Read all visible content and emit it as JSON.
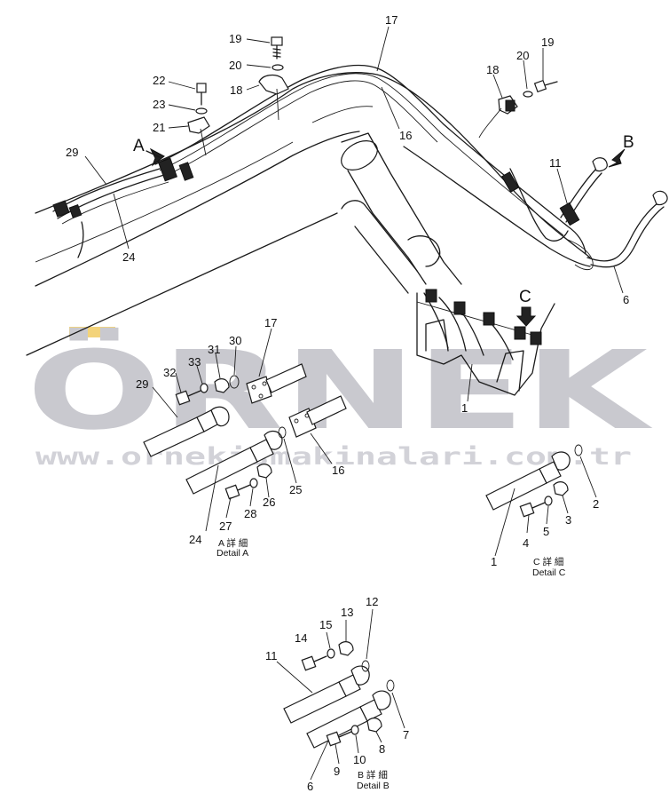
{
  "watermark": {
    "brand": "ÖRNEK",
    "url": "www.ornekismakinalari.com.tr"
  },
  "view_labels": {
    "a": "A",
    "b": "B",
    "c": "C"
  },
  "details": {
    "a": {
      "code": "A 詳 細",
      "label": "Detail A"
    },
    "b": {
      "code": "B 詳 細",
      "label": "Detail B"
    },
    "c": {
      "code": "C 詳 細",
      "label": "Detail C"
    }
  },
  "callouts": {
    "n1": "1",
    "n2": "2",
    "n3": "3",
    "n4": "4",
    "n5": "5",
    "n6": "6",
    "n7": "7",
    "n8": "8",
    "n9": "9",
    "n10": "10",
    "n11": "11",
    "n12": "12",
    "n13": "13",
    "n14": "14",
    "n15": "15",
    "n16": "16",
    "n17": "17",
    "n18": "18",
    "n19": "19",
    "n20": "20",
    "n21": "21",
    "n22": "22",
    "n23": "23",
    "n24": "24",
    "n25": "25",
    "n26": "26",
    "n27": "27",
    "n28": "28",
    "n29": "29",
    "n30": "30",
    "n31": "31",
    "n32": "32",
    "n33": "33"
  }
}
